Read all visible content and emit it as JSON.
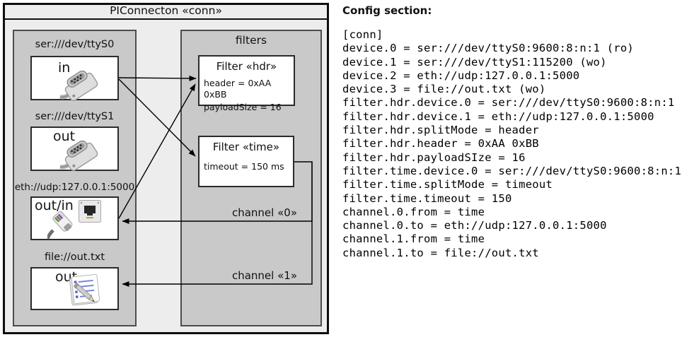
{
  "diagram": {
    "title": "PIConnecton «conn»",
    "devices": [
      {
        "label": "ser:///dev/ttyS0",
        "port": "in",
        "icon": "serial-connector-icon"
      },
      {
        "label": "ser:///dev/ttyS1",
        "port": "out",
        "icon": "serial-connector-icon"
      },
      {
        "label": "eth://udp:127.0.0.1:5000",
        "port": "out/in",
        "icon": "ethernet-connector-icon"
      },
      {
        "label": "file://out.txt",
        "port": "out",
        "icon": "notepad-icon"
      }
    ],
    "filters_title": "filters",
    "filters": [
      {
        "title": "Filter «hdr»",
        "attr1": "header = 0xAA 0xBB",
        "attr2": "payloadSize = 16"
      },
      {
        "title": "Filter «time»",
        "attr1": "timeout = 150 ms"
      }
    ],
    "channels": [
      {
        "label": "channel «0»"
      },
      {
        "label": "channel «1»"
      }
    ]
  },
  "config": {
    "heading": "Config section:",
    "lines": [
      "[conn]",
      "device.0 = ser:///dev/ttyS0:9600:8:n:1 (ro)",
      "device.1 = ser:///dev/ttyS1:115200 (wo)",
      "device.2 = eth://udp:127.0.0.1:5000",
      "device.3 = file://out.txt (wo)",
      "filter.hdr.device.0 = ser:///dev/ttyS0:9600:8:n:1",
      "filter.hdr.device.1 = eth://udp:127.0.0.1:5000",
      "filter.hdr.splitMode = header",
      "filter.hdr.header = 0xAA 0xBB",
      "filter.hdr.payloadSIze = 16",
      "filter.time.device.0 = ser:///dev/ttyS0:9600:8:n:1",
      "filter.time.splitMode = timeout",
      "filter.time.timeout = 150",
      "channel.0.from = time",
      "channel.0.to = eth://udp:127.0.0.1:5000",
      "channel.1.from = time",
      "channel.1.to = file://out.txt"
    ]
  },
  "colors": {
    "frame_bg": "#ededed",
    "container_bg": "#c9c9c9",
    "box_bg": "#ffffff",
    "box_border": "#2b2b2b",
    "container_border": "#4d4d4d",
    "line": "#000000"
  }
}
